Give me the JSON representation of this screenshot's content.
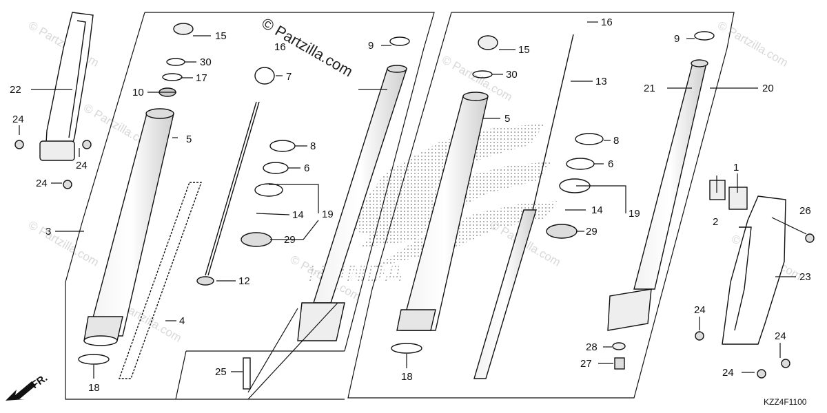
{
  "watermark": {
    "text": "© Partzilla.com",
    "brand_text": "© Partzilla.com"
  },
  "diagram_code": "KZZ4F1100",
  "front_label": "FR.",
  "colors": {
    "ink": "#111111",
    "fill": "#ffffff",
    "shade": "#e6e6e6",
    "dots": "#9a9a9a",
    "watermark": "#d8d8d8"
  },
  "callouts": [
    "1",
    "2",
    "3",
    "4",
    "5",
    "5",
    "6",
    "6",
    "7",
    "8",
    "8",
    "9",
    "9",
    "10",
    "12",
    "13",
    "14",
    "14",
    "15",
    "15",
    "16",
    "16",
    "17",
    "18",
    "18",
    "19",
    "19",
    "20",
    "21",
    "22",
    "23",
    "24",
    "24",
    "24",
    "24",
    "24",
    "24",
    "25",
    "26",
    "27",
    "28",
    "29",
    "29",
    "30",
    "30"
  ]
}
